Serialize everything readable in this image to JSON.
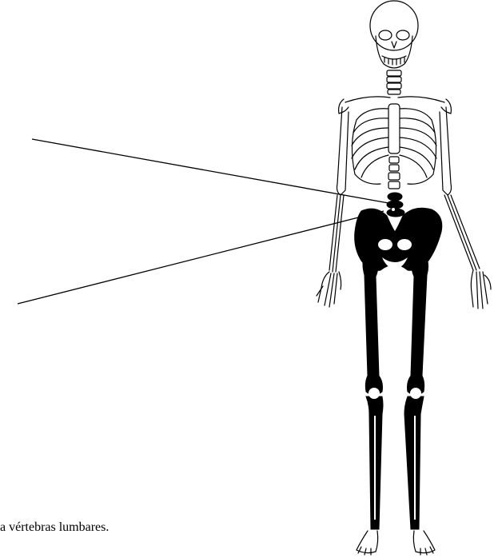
{
  "caption": "a vértebras lumbares.",
  "bones_highlighted": [
    "lumbar vertebrae",
    "pelvis",
    "femur",
    "tibia",
    "fibula"
  ],
  "colors": {
    "outline": "#000000",
    "highlight": "#000000",
    "background": "#ffffff"
  }
}
